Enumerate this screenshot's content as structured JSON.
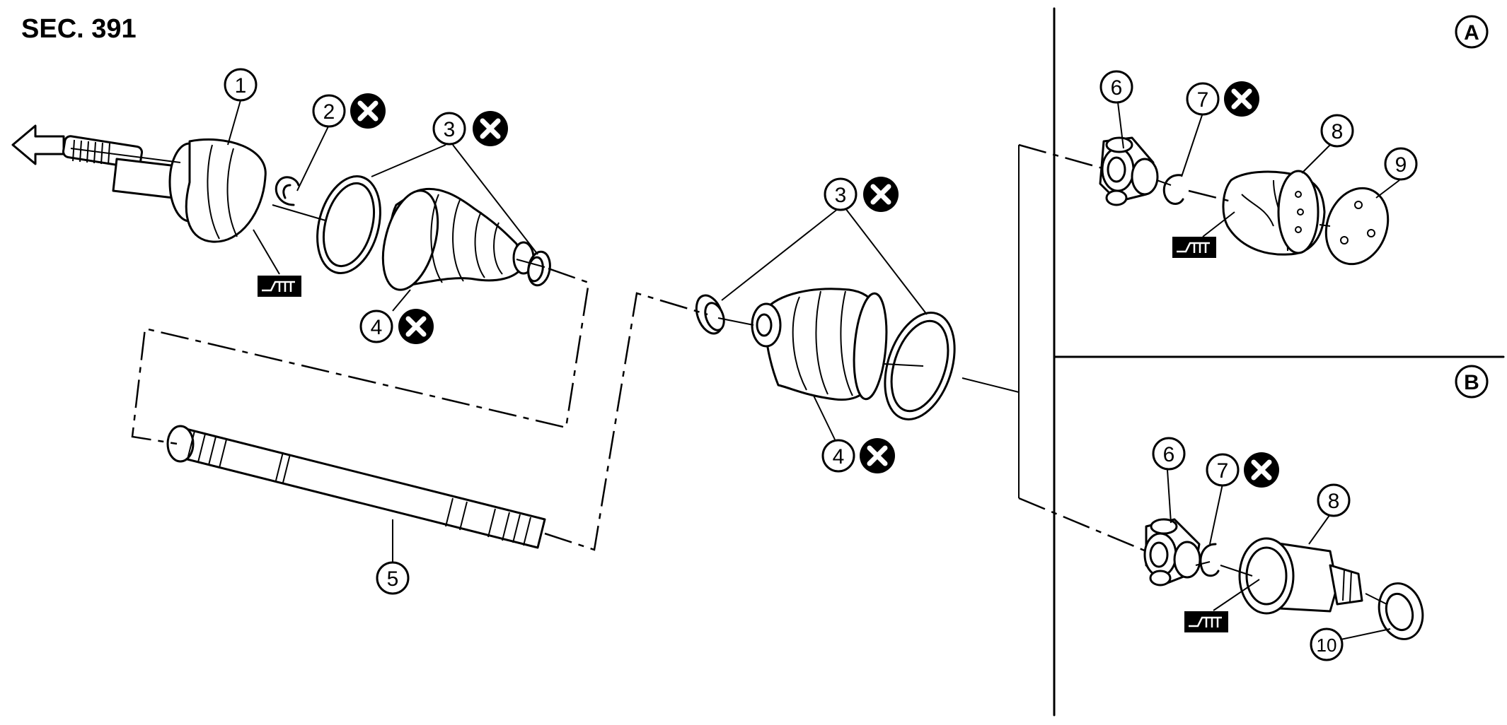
{
  "section_label": "SEC. 391",
  "views": [
    {
      "id": "A",
      "label": "A"
    },
    {
      "id": "B",
      "label": "B"
    }
  ],
  "callouts": [
    {
      "id": "c1",
      "number": "1",
      "no_reuse": false
    },
    {
      "id": "c2",
      "number": "2",
      "no_reuse": true
    },
    {
      "id": "c3a",
      "number": "3",
      "no_reuse": true
    },
    {
      "id": "c4a",
      "number": "4",
      "no_reuse": true
    },
    {
      "id": "c5",
      "number": "5",
      "no_reuse": false
    },
    {
      "id": "c3b",
      "number": "3",
      "no_reuse": true
    },
    {
      "id": "c4b",
      "number": "4",
      "no_reuse": true
    },
    {
      "id": "c6a",
      "number": "6",
      "no_reuse": false
    },
    {
      "id": "c7a",
      "number": "7",
      "no_reuse": true
    },
    {
      "id": "c8a",
      "number": "8",
      "no_reuse": false
    },
    {
      "id": "c9",
      "number": "9",
      "no_reuse": false
    },
    {
      "id": "c6b",
      "number": "6",
      "no_reuse": false
    },
    {
      "id": "c7b",
      "number": "7",
      "no_reuse": true
    },
    {
      "id": "c8b",
      "number": "8",
      "no_reuse": false
    },
    {
      "id": "c10",
      "number": "10",
      "no_reuse": false
    }
  ],
  "icons": {
    "no_reuse": "x-mark-icon",
    "grease": "grease-symbol-icon",
    "direction": "arrow-left-icon"
  }
}
